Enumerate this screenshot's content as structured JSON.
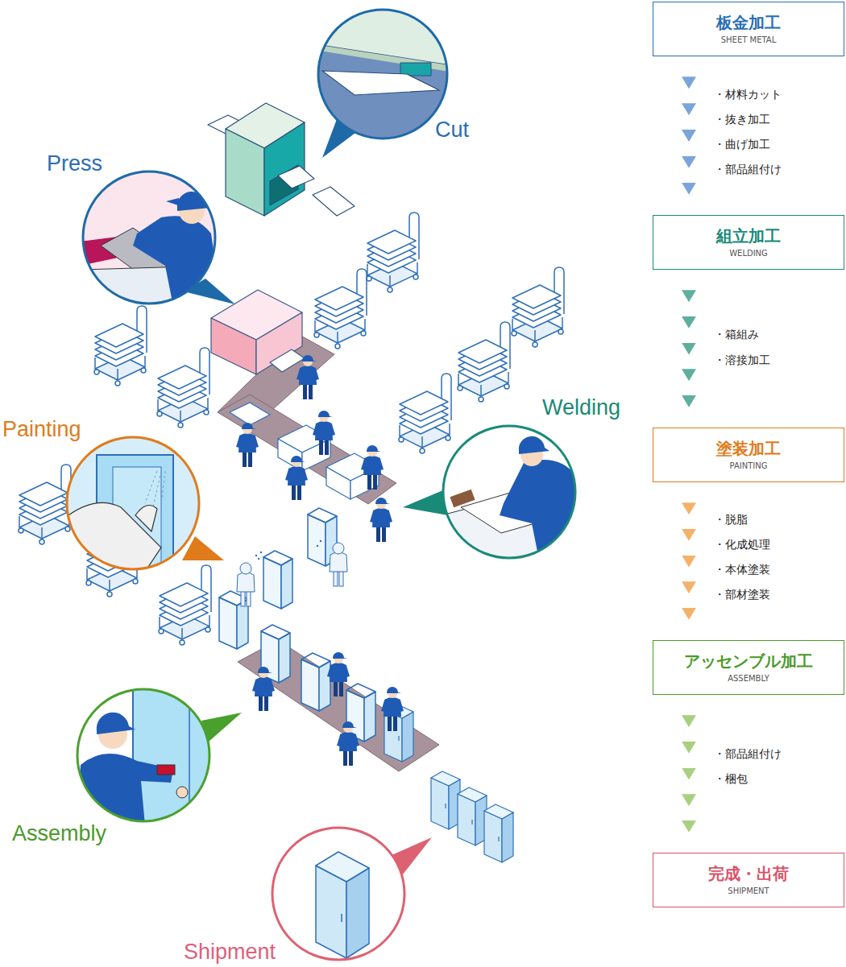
{
  "diagram": {
    "nodes": [
      {
        "text": [
          "板金加工",
          "SHEET METAL"
        ]
      },
      {
        "text": [
          "組立加工",
          "WELDING"
        ]
      },
      {
        "text": [
          "塗装加工",
          "PAINTING"
        ]
      },
      {
        "text": [
          "アッセンブル加工",
          "ASSEMBLY"
        ]
      },
      {
        "text": [
          "完成・出荷",
          "SHIPMENT"
        ]
      }
    ],
    "edges": [
      {
        "from": 0,
        "to": 1,
        "arrow": "to"
      },
      {
        "from": 1,
        "to": 2,
        "arrow": "to"
      },
      {
        "from": 2,
        "to": 3,
        "arrow": "to"
      },
      {
        "from": 3,
        "to": 4,
        "arrow": "to"
      }
    ],
    "labels": [
      "Cut",
      "Press",
      "Welding",
      "Painting",
      "Assembly",
      "Shipment",
      "・材料カット",
      "・抜き加工",
      "・曲げ加工",
      "・部品組付け",
      "・箱組み",
      "・溶接加工",
      "・脱脂",
      "・化成処理",
      "・本体塗装",
      "・部材塗装",
      "・部品組付け",
      "・梱包"
    ]
  }
}
